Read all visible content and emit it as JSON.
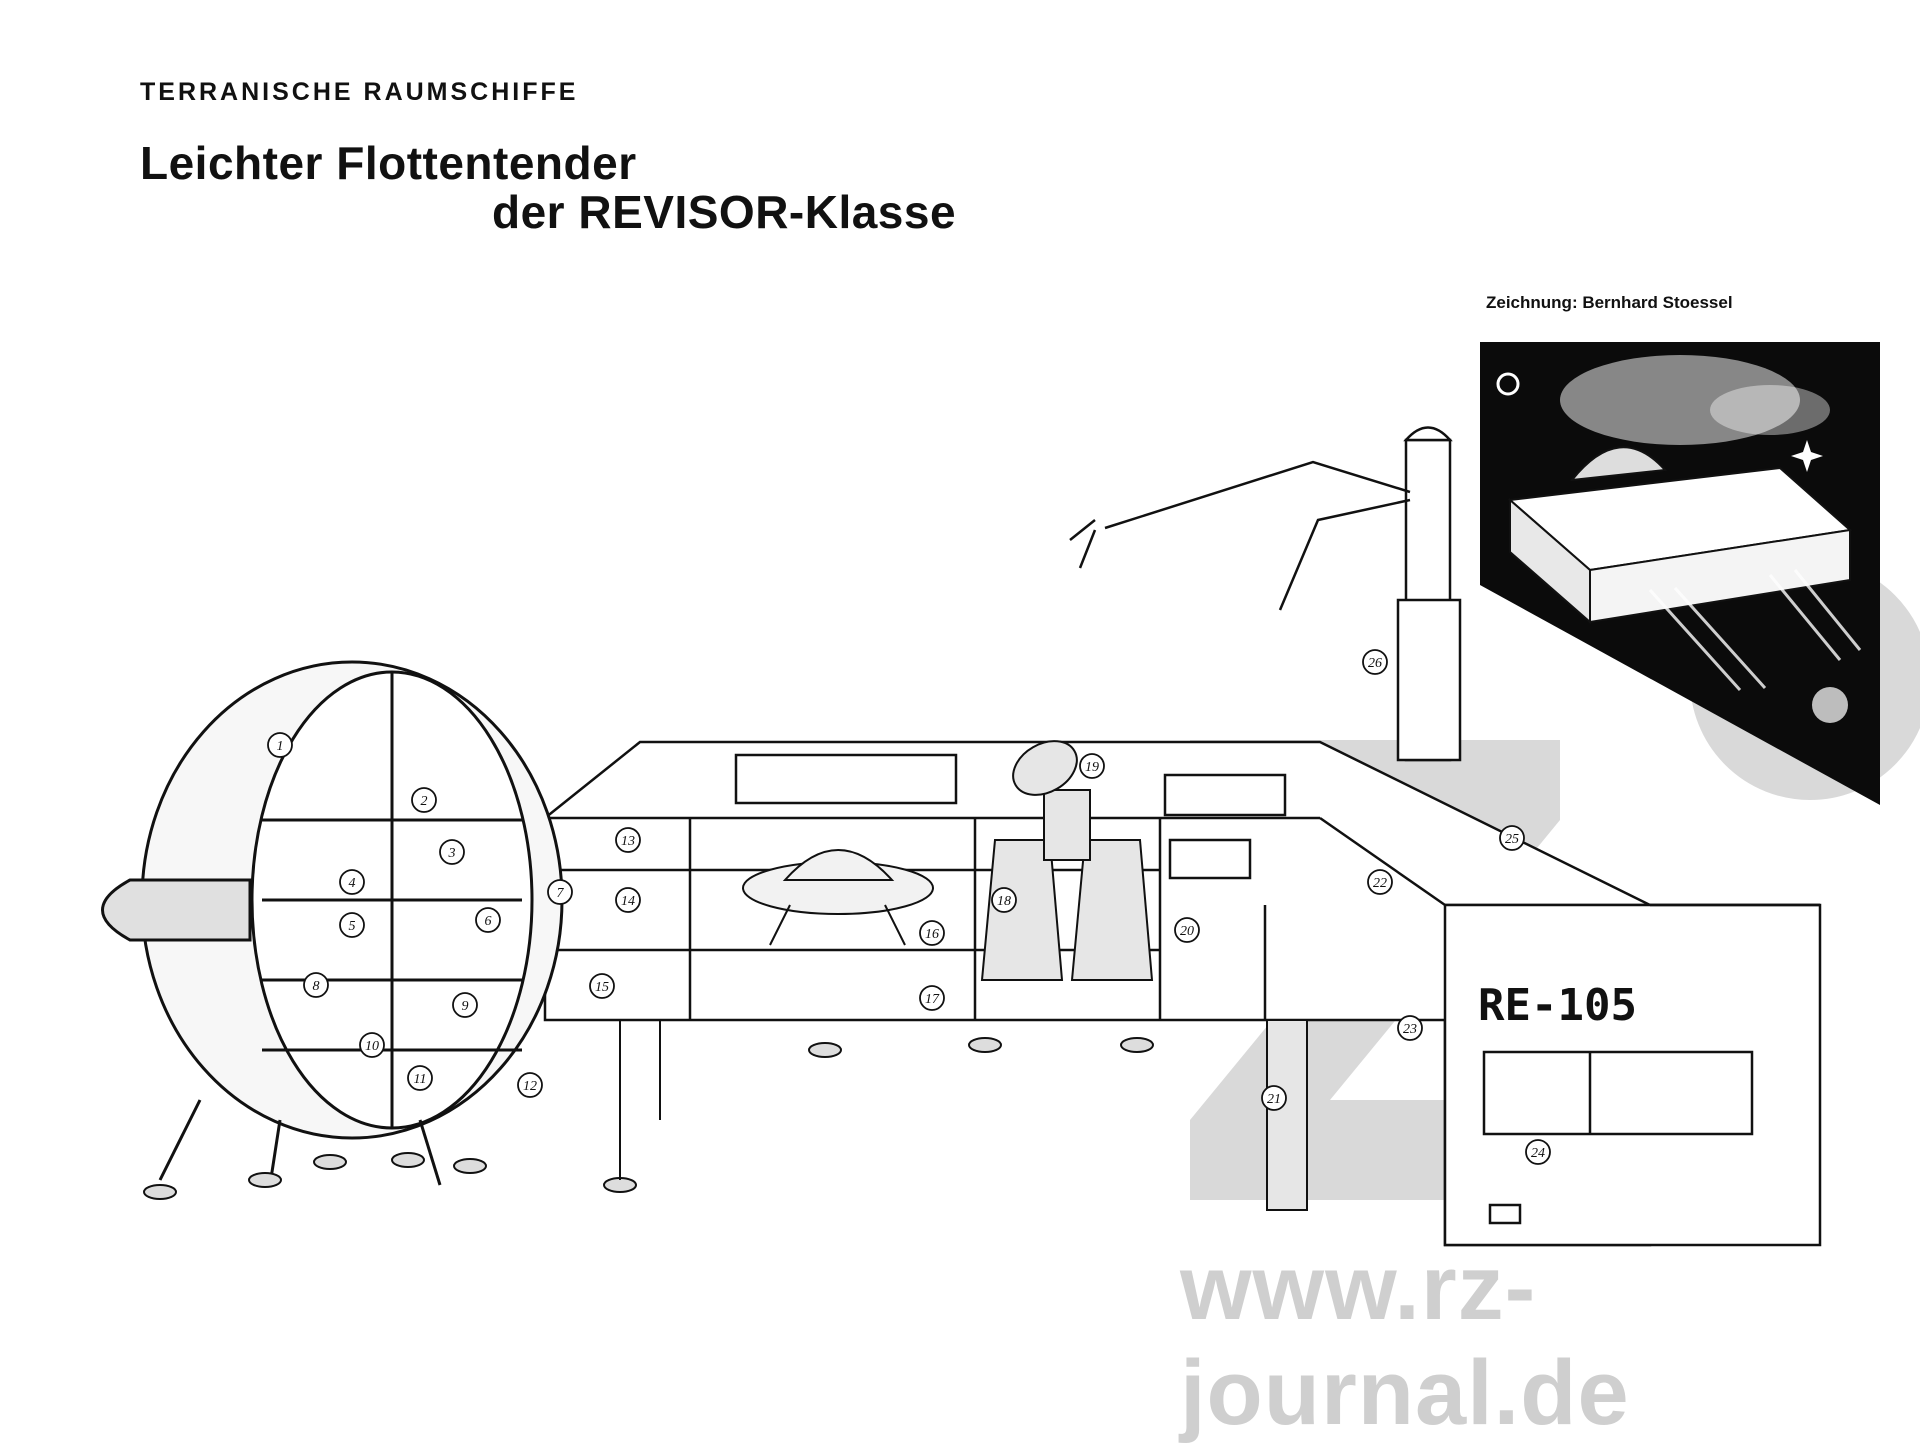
{
  "header": {
    "series": "TERRANISCHE RAUMSCHIFFE",
    "title_line1": "Leichter Flottentender",
    "title_line2": "der REVISOR-Klasse"
  },
  "credit": "Zeichnung: Bernhard Stoessel",
  "hull_code": "RE-105",
  "watermark": "www.rz-journal.de",
  "callouts": [
    "1",
    "2",
    "3",
    "4",
    "5",
    "6",
    "7",
    "8",
    "9",
    "10",
    "11",
    "12",
    "13",
    "14",
    "15",
    "16",
    "17",
    "18",
    "19",
    "20",
    "21",
    "22",
    "23",
    "24",
    "25",
    "26"
  ],
  "colors": {
    "ink": "#111111",
    "paper": "#ffffff",
    "space": "#0b0b0b",
    "watermark": "#cfcfcf"
  }
}
